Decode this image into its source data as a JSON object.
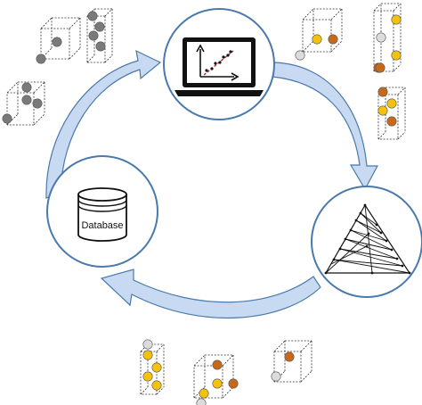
{
  "colors": {
    "node_stroke": "#4a79ac",
    "arrow_fill": "#c7daf2",
    "arrow_stroke": "#4a79ac",
    "atom_gray": "#7a7a7a",
    "atom_light": "#dcdcdc",
    "atom_yellow": "#f4c20d",
    "atom_orange": "#c8691a",
    "cell_line": "#333333"
  },
  "nodes": {
    "model": {
      "icon": "laptop-scatter-plot-icon"
    },
    "structures": {
      "icon": "triangulated-mesh-icon"
    },
    "database": {
      "icon": "database-cylinder-icon",
      "label": "Database"
    }
  },
  "flow": [
    "database",
    "model",
    "structures",
    "database"
  ]
}
